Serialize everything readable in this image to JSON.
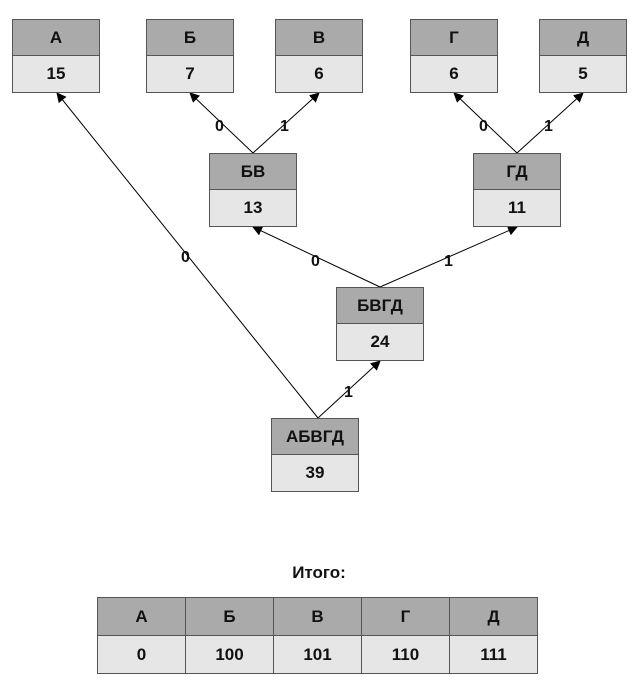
{
  "nodes": {
    "a": {
      "label": "А",
      "value": "15"
    },
    "b": {
      "label": "Б",
      "value": "7"
    },
    "v": {
      "label": "В",
      "value": "6"
    },
    "g": {
      "label": "Г",
      "value": "6"
    },
    "d": {
      "label": "Д",
      "value": "5"
    },
    "bv": {
      "label": "БВ",
      "value": "13"
    },
    "gd": {
      "label": "ГД",
      "value": "11"
    },
    "bvgd": {
      "label": "БВГД",
      "value": "24"
    },
    "abvgd": {
      "label": "АБВГД",
      "value": "39"
    }
  },
  "edges": {
    "bv_b": "0",
    "bv_v": "1",
    "gd_g": "0",
    "gd_d": "1",
    "bvgd_bv": "0",
    "bvgd_gd": "1",
    "abvgd_a": "0",
    "abvgd_bvgd": "1"
  },
  "summary": {
    "title": "Итого:",
    "headers": [
      "А",
      "Б",
      "В",
      "Г",
      "Д"
    ],
    "codes": [
      "0",
      "100",
      "101",
      "110",
      "111"
    ]
  }
}
